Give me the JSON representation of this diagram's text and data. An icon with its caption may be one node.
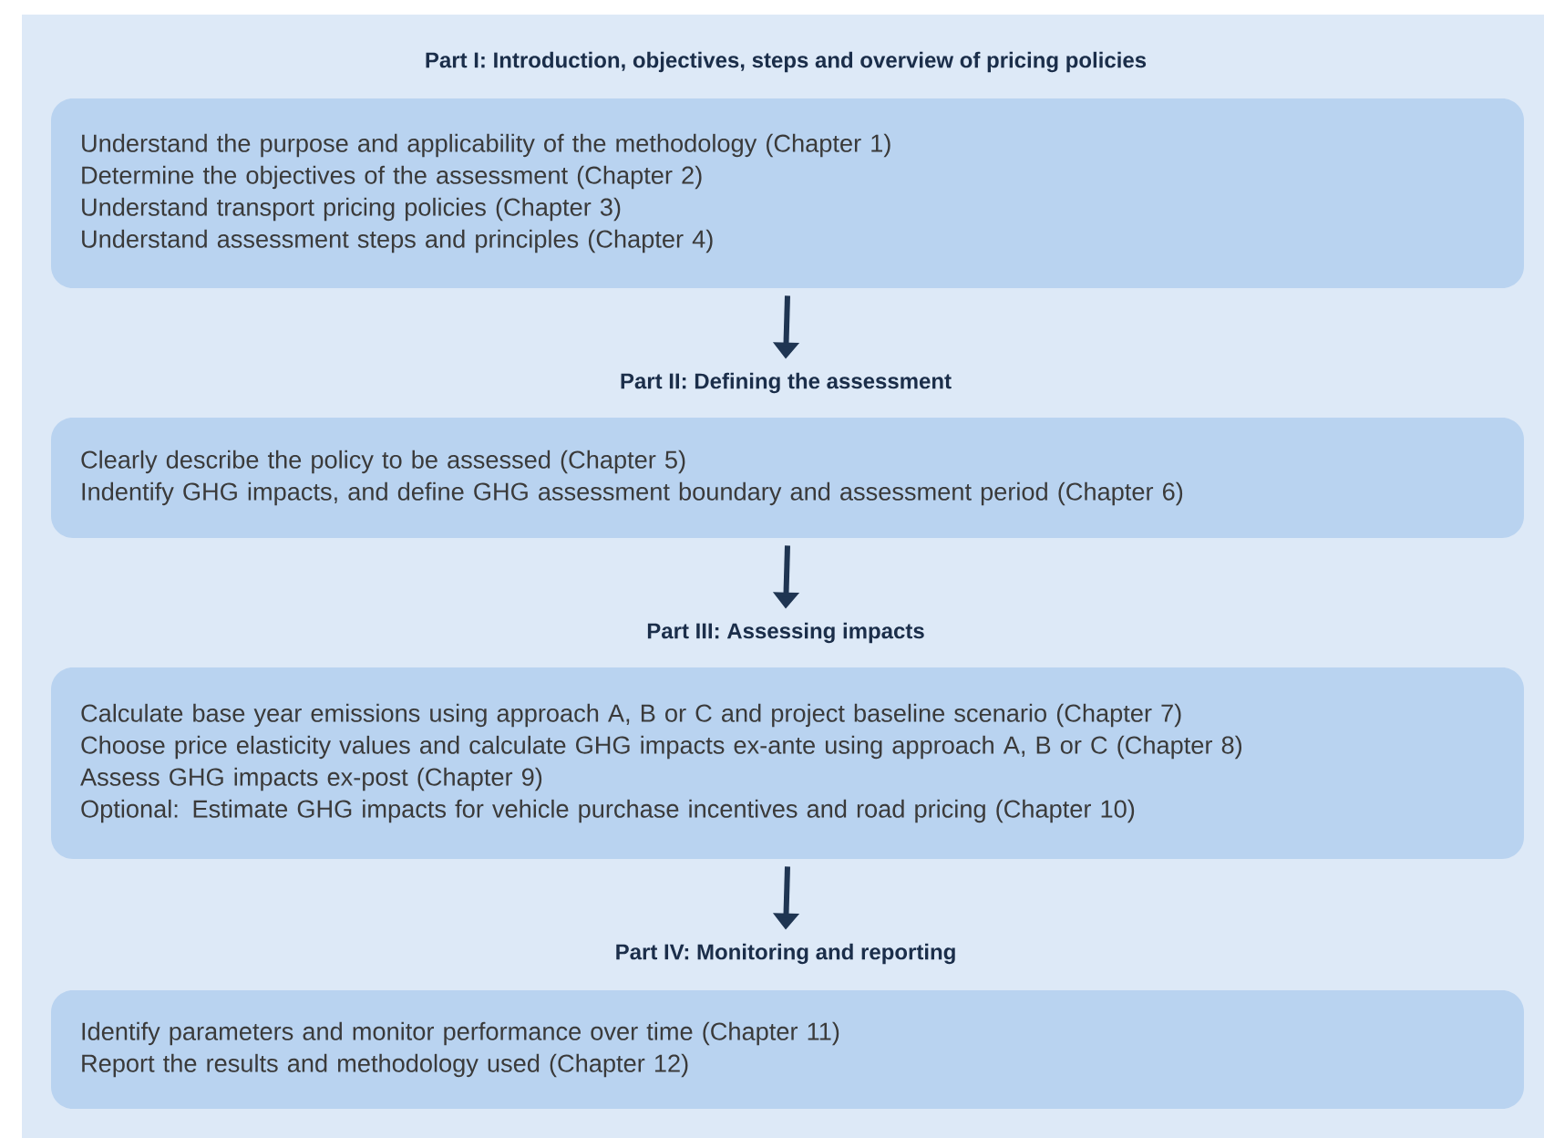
{
  "diagram": {
    "nodes": [
      {
        "text": [
          "Part I: Introduction, objectives, steps and overview of pricing policies",
          "Understand the purpose and applicability of the methodology (Chapter 1)",
          "Determine the objectives of the assessment (Chapter 2)",
          "Understand transport pricing policies (Chapter 3)",
          "Understand assessment steps and principles (Chapter 4)"
        ]
      },
      {
        "text": [
          "Part II: Defining the assessment",
          "Clearly describe the policy to be assessed (Chapter 5)",
          "Indentify GHG impacts, and define GHG assessment boundary and assessment period (Chapter 6)"
        ]
      },
      {
        "text": [
          "Part III: Assessing impacts",
          "Calculate base year emissions using approach A, B or C and project baseline scenario (Chapter 7)",
          "Choose price elasticity values and calculate GHG impacts ex-ante using approach A, B or C (Chapter 8)",
          "Assess GHG impacts ex-post (Chapter 9)",
          "Optional: Estimate GHG impacts for vehicle purchase incentives and road pricing (Chapter 10)"
        ]
      },
      {
        "text": [
          "Part IV: Monitoring and reporting",
          "Identify parameters and monitor performance over time (Chapter 11)",
          "Report the results and methodology used (Chapter 12)"
        ]
      }
    ],
    "edges": [
      {
        "from": 0,
        "to": 1,
        "arrow": "to"
      },
      {
        "from": 1,
        "to": 2,
        "arrow": "to"
      },
      {
        "from": 2,
        "to": 3,
        "arrow": "to"
      }
    ]
  }
}
